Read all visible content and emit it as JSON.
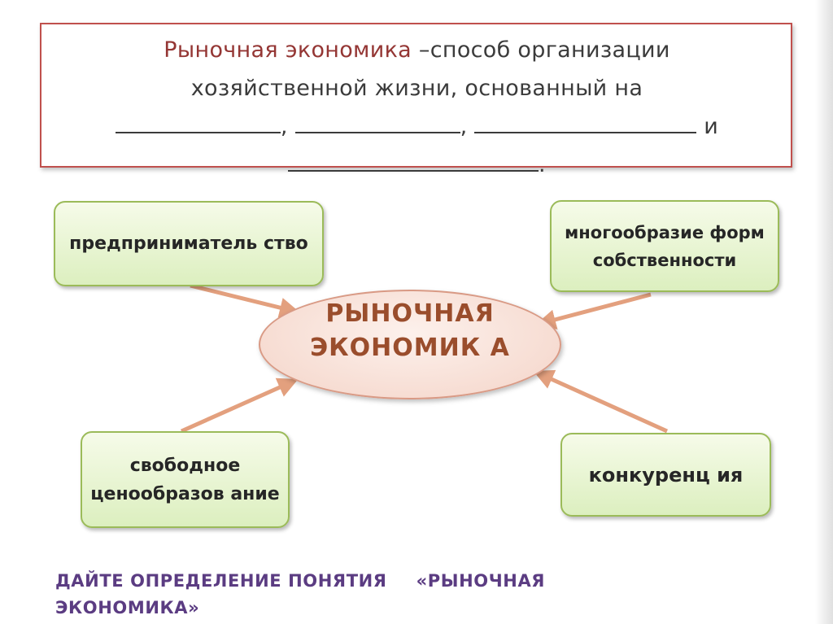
{
  "definition": {
    "term": "Рыночная экономика",
    "text_1": "–способ организации",
    "text_2": "хозяйственной жизни, основанный на",
    "sep_1": ",",
    "sep_2": ",",
    "conj": "и",
    "end": "."
  },
  "hub": {
    "label": "РЫНОЧНАЯ ЭКОНОМИК А"
  },
  "nodes": [
    {
      "id": "entrepreneurship",
      "label": "предприниматель ство"
    },
    {
      "id": "ownership-diversity",
      "label": "многообразие форм собственности"
    },
    {
      "id": "free-pricing",
      "label": "свободное ценообразов ание"
    },
    {
      "id": "competition",
      "label": "конкуренц ия"
    }
  ],
  "task": {
    "part_1": "ДАЙТЕ ОПРЕДЕЛЕНИЕ ПОНЯТИЯ",
    "part_2": "«РЫНОЧНАЯ ЭКОНОМИКА»"
  },
  "colors": {
    "definition_border": "#c0504d",
    "term_color": "#943634",
    "node_fill": "#dcefbf",
    "node_border": "#9bbb59",
    "hub_fill": "#f4d4c8",
    "hub_text": "#9a4d2c",
    "arrow": "#e3a07e",
    "task_text": "#5b3c82"
  }
}
